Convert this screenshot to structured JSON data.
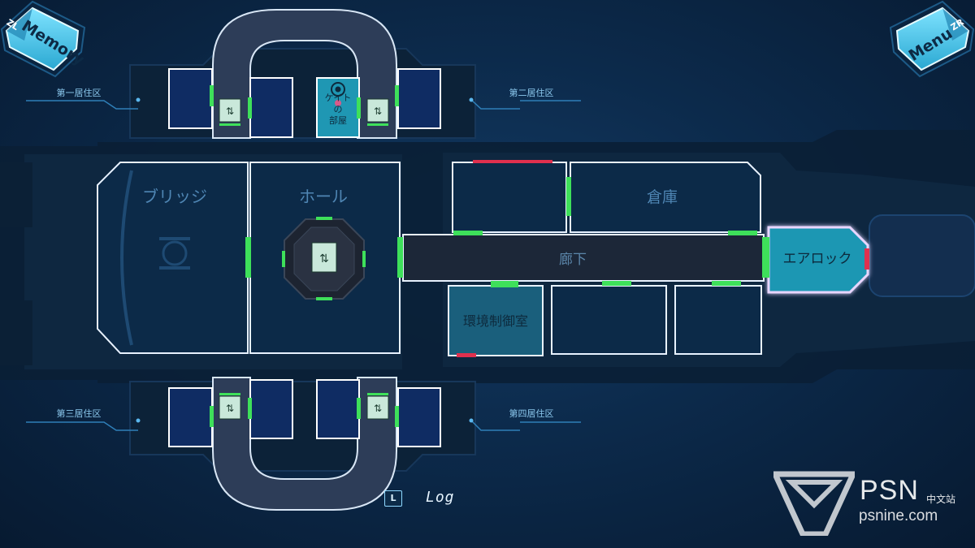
{
  "buttons": {
    "memory": {
      "key": "ZL",
      "label": "Memory"
    },
    "menu": {
      "key": "ZR",
      "label": "Menu"
    }
  },
  "areas": {
    "residential_1": "第一居住区",
    "residential_2": "第二居住区",
    "residential_3": "第三居住区",
    "residential_4": "第四居住区"
  },
  "rooms": {
    "bridge": "ブリッジ",
    "hall": "ホール",
    "storage": "倉庫",
    "corridor": "廊下",
    "airlock": "エアロック",
    "environment_control": "環境制御室",
    "kate_room_line1": "ケイト",
    "kate_room_line2": "の",
    "kate_room_line3": "部屋"
  },
  "log": {
    "key": "L",
    "label": "Log"
  },
  "watermark": {
    "title": "PSN",
    "sub": "中文站",
    "url": "psnine.com"
  },
  "colors": {
    "background": "#0c2a4b",
    "room_outline": "#e8f2ff",
    "door_green": "#3ee05a",
    "door_red": "#e0304e",
    "active_room": "#1f97b3",
    "button_cyan": "#3ec3e4"
  }
}
